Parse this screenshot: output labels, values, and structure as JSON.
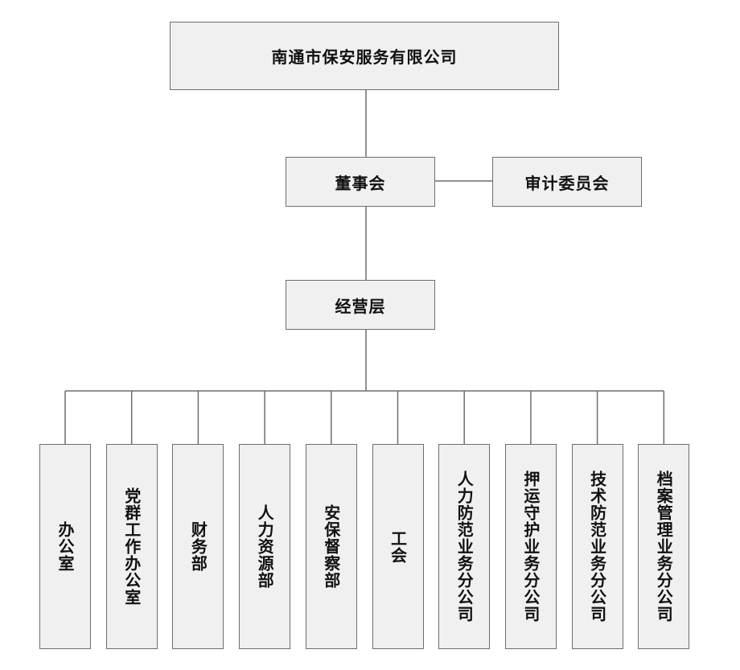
{
  "org": {
    "company": "南通市保安服务有限公司",
    "board": "董事会",
    "audit": "审计委员会",
    "management": "经营层",
    "departments": [
      "办公室",
      "党群工作办公室",
      "财务部",
      "人力资源部",
      "安保督察部",
      "工会",
      "人力防范业务分公司",
      "押运守护业务分公司",
      "技术防范业务分公司",
      "档案管理业务分公司"
    ]
  },
  "colors": {
    "box_fill": "#f0f0f0",
    "line": "#6e6e6e",
    "text": "#111111"
  }
}
